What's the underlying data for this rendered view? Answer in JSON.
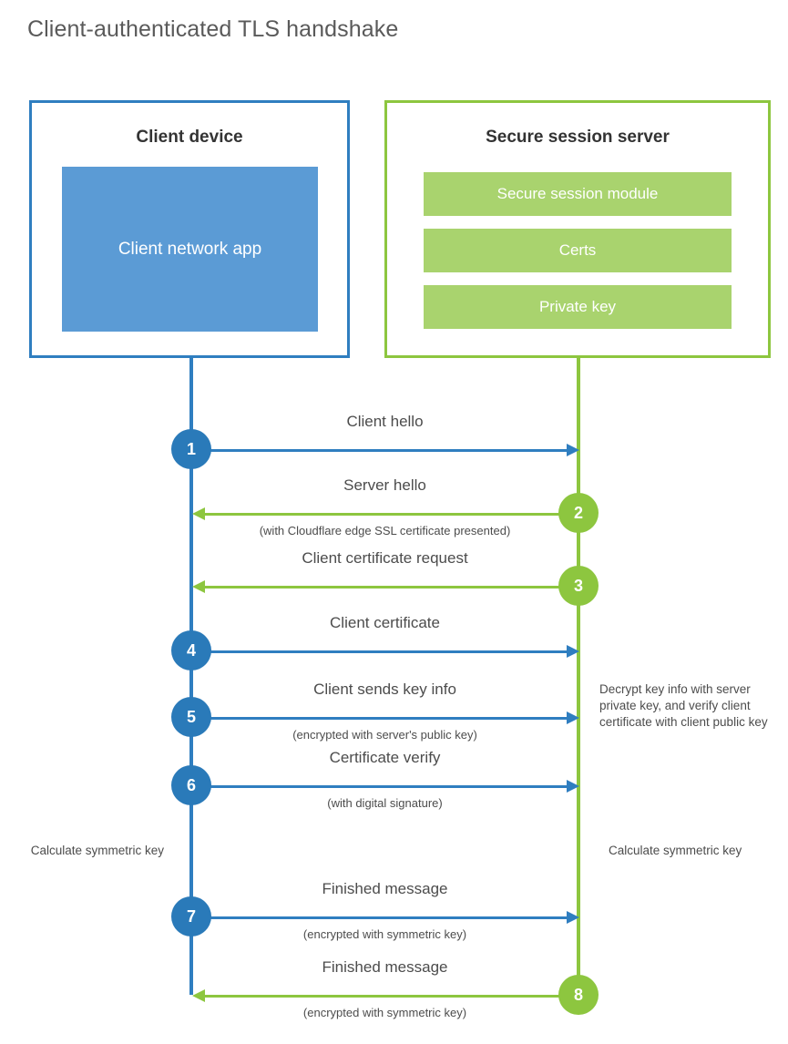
{
  "page": {
    "title": "Client-authenticated TLS handshake",
    "background": "#ffffff"
  },
  "colors": {
    "client_blue": "#2f7ec0",
    "client_blue_fill": "#5b9bd5",
    "client_circle": "#2a7ab9",
    "server_green": "#8dc63f",
    "server_green_fill": "#a9d36e",
    "text": "#4c4c4c",
    "title_text": "#5a5a5a"
  },
  "parties": {
    "client": {
      "title": "Client device",
      "blocks": [
        "Client network app"
      ]
    },
    "server": {
      "title": "Secure session server",
      "blocks": [
        "Secure session module",
        "Certs",
        "Private key"
      ]
    }
  },
  "messages": [
    {
      "number": "1",
      "label": "Client hello",
      "sub": "",
      "direction": "client-to-server",
      "origin": "client"
    },
    {
      "number": "2",
      "label": "Server hello",
      "sub": "(with Cloudflare edge SSL certificate presented)",
      "direction": "server-to-client",
      "origin": "server"
    },
    {
      "number": "3",
      "label": "Client certificate request",
      "sub": "",
      "direction": "server-to-client",
      "origin": "server"
    },
    {
      "number": "4",
      "label": "Client certificate",
      "sub": "",
      "direction": "client-to-server",
      "origin": "client"
    },
    {
      "number": "5",
      "label": "Client sends key info",
      "sub": "(encrypted with server's public key)",
      "direction": "client-to-server",
      "origin": "client"
    },
    {
      "number": "6",
      "label": "Certificate verify",
      "sub": "(with digital signature)",
      "direction": "client-to-server",
      "origin": "client"
    },
    {
      "number": "7",
      "label": "Finished message",
      "sub": "(encrypted with symmetric key)",
      "direction": "client-to-server",
      "origin": "client"
    },
    {
      "number": "8",
      "label": "Finished message",
      "sub": "(encrypted with symmetric key)",
      "direction": "server-to-client",
      "origin": "server"
    }
  ],
  "annotations": {
    "server_decrypt": "Decrypt key info with server private key, and verify client certificate with client public key",
    "client_calculate": "Calculate symmetric key",
    "server_calculate": "Calculate symmetric key"
  }
}
